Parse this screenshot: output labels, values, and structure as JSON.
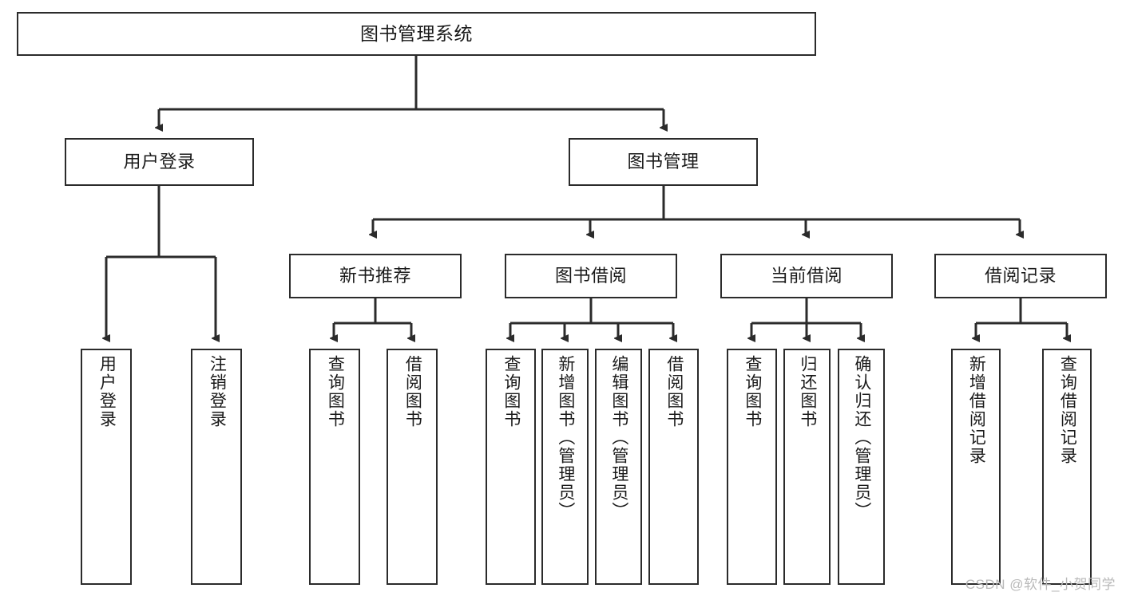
{
  "diagram": {
    "title": "图书管理系统",
    "type": "hierarchy-tree",
    "line_color": "#2b2b2b",
    "box_fill": "#ffffff",
    "text_color": "#1a1a1a",
    "watermark": "CSDN @软件_小贺同学",
    "levels": {
      "root": {
        "label": "图书管理系统"
      },
      "level2": [
        {
          "label": "用户登录"
        },
        {
          "label": "图书管理"
        }
      ],
      "level3": [
        {
          "label": "新书推荐"
        },
        {
          "label": "图书借阅"
        },
        {
          "label": "当前借阅"
        },
        {
          "label": "借阅记录"
        }
      ],
      "leaves": [
        {
          "label": "用户登录",
          "parent": "用户登录"
        },
        {
          "label": "注销登录",
          "parent": "用户登录"
        },
        {
          "label": "查询图书",
          "parent": "新书推荐"
        },
        {
          "label": "借阅图书",
          "parent": "新书推荐"
        },
        {
          "label": "查询图书",
          "parent": "图书借阅"
        },
        {
          "label": "新增图书（管理员）",
          "parent": "图书借阅"
        },
        {
          "label": "编辑图书（管理员）",
          "parent": "图书借阅"
        },
        {
          "label": "借阅图书",
          "parent": "图书借阅"
        },
        {
          "label": "查询图书",
          "parent": "当前借阅"
        },
        {
          "label": "归还图书",
          "parent": "当前借阅"
        },
        {
          "label": "确认归还（管理员）",
          "parent": "当前借阅"
        },
        {
          "label": "新增借阅记录",
          "parent": "借阅记录"
        },
        {
          "label": "查询借阅记录",
          "parent": "借阅记录"
        }
      ]
    }
  }
}
